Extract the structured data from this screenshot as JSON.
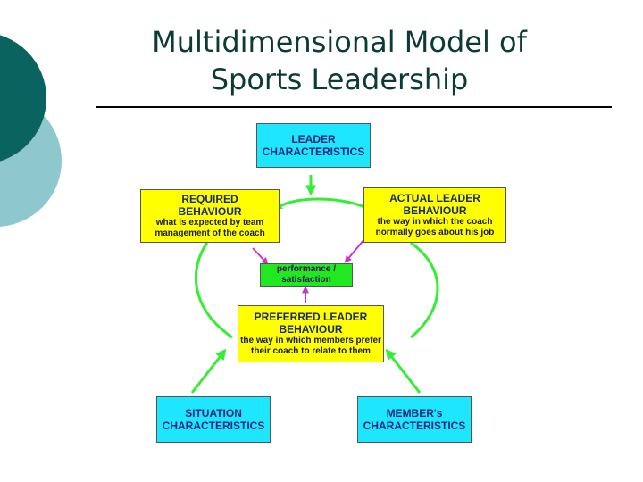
{
  "title": {
    "line1": "Multidimensional Model of",
    "line2": "Sports Leadership"
  },
  "colors": {
    "deco_dark": "#0b6360",
    "deco_light": "#8ec7cc",
    "arrow": "#33ee33",
    "cyan_box": "#1ee6ff",
    "yellow_box": "#ffff00",
    "green_box": "#22e822",
    "text": "#1a2a7a"
  },
  "boxes": {
    "leader": {
      "line1": "LEADER",
      "line2": "CHARACTERISTICS"
    },
    "required": {
      "line1": "REQUIRED",
      "line2": "BEHAVIOUR",
      "sub1": "what is expected by team",
      "sub2": "management of the coach"
    },
    "actual": {
      "line1": "ACTUAL LEADER",
      "line2": "BEHAVIOUR",
      "sub1": "the way in which the coach",
      "sub2": "normally goes about his job"
    },
    "performance": {
      "line1": "performance /",
      "line2": "satisfaction"
    },
    "preferred": {
      "line1": "PREFERRED LEADER",
      "line2": "BEHAVIOUR",
      "sub1": "the way in which members prefer",
      "sub2": "their coach to relate to them"
    },
    "situation": {
      "line1": "SITUATION",
      "line2": "CHARACTERISTICS"
    },
    "member": {
      "line1": "MEMBER's",
      "line2": "CHARACTERISTICS"
    }
  }
}
